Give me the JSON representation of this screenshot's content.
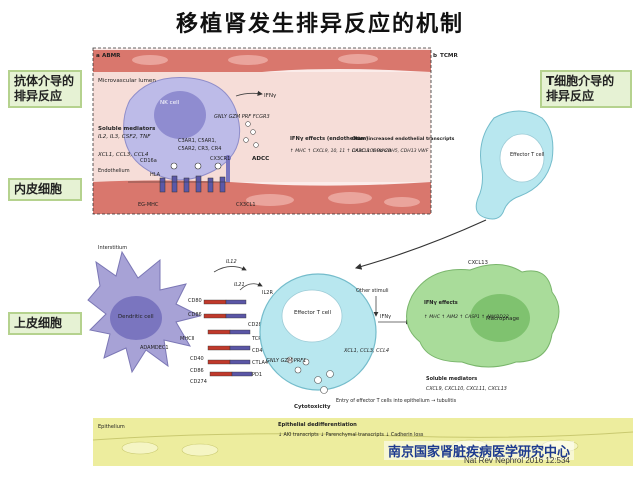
{
  "title": "移植肾发生排异反应的机制",
  "left_labels": {
    "antibody": "抗体介导的排异反应",
    "endothelial": "内皮细胞",
    "epithelial": "上皮细胞"
  },
  "right_label": "T细胞介导的排异反应",
  "panel_a": {
    "heading_letter": "a",
    "heading_text": "ABMR",
    "microvascular": "Microvascular lumen",
    "nk_cell": "NK cell",
    "soluble_title": "Soluble mediators",
    "soluble_list": "IL2, IL3, CSF2, TNF",
    "xcl": "XCL1, CCL3, CCL4",
    "granules": "GNLY GZM PRF FCGR3",
    "receptors_a": "C3AR1, C5AR1,",
    "receptors_b": "C5AR2, CR3, CR4",
    "cx3cr1": "CX3CR1",
    "cd16a": "CD16a",
    "adcc": "ADCC",
    "ifng": "IFNγ",
    "endothelium": "Endothelium",
    "hla": "HLA",
    "eg_mhc": "EG-MHC",
    "cx3cl1": "CX3CL1",
    "ifn_effects_title": "IFNγ effects (endothelium)",
    "ifn_effects_list": "↑ MHC ↑ CXCL9, 10, 11 ↑ CX3CL1 ↑ PLA2A",
    "other_title": "Other increased endothelial transcripts",
    "other_list": "DARC ROBO4 CDH5, CDH13 VWF"
  },
  "panel_b": {
    "heading_letter": "b",
    "heading_text": "TCMR",
    "effector_top": "Effector T cell",
    "interstitium": "Interstitium",
    "dendritic": "Dendritic cell",
    "adamdec1": "ADAMDEC1",
    "il12": "IL12",
    "il21": "IL21",
    "il2r": "IL2R",
    "cd80": "CD80",
    "cd86": "CD86",
    "mhc2": "MHCII",
    "cd28": "CD28",
    "tcr": "TCR",
    "cd4": "CD4",
    "cd40": "CD40",
    "ctla4": "CTLA4",
    "pd1": "PD1",
    "cd86b": "CD86",
    "cd274": "CD274",
    "effector_main": "Effector T cell",
    "other_stimuli": "Other stimuli",
    "ifng": "IFNγ",
    "xcl_list": "XCL1, CCL3, CCL4",
    "granules": "GNLY GZM PRF1",
    "cytotoxicity": "Cytotoxicity",
    "entry": "Entry of effector T cells into epithelium → tubulitis",
    "cxcl13": "CXCL13",
    "macrophage": "Macrophage",
    "ifn_effects_title": "IFNγ effects",
    "ifn_effects_list": "↑ MHC ↑ AIM2 ↑ CASP1 ↑ ANKRD22",
    "soluble_title": "Soluble mediators",
    "soluble_list": "CXCL9, CXCL10, CXCL11, CXCL13",
    "epithelium": "Epithelium",
    "dediff_title": "Epithelial dedifferentiation",
    "dediff_list": "↓ AKI transcripts ↓ Parenchymal transcripts ↓ Cadherin loss"
  },
  "credit": "Nat Rev Nephrol 2016 12:534",
  "watermark": "南京国家肾脏疾病医学研究中心",
  "colors": {
    "endothelium": "#d9776d",
    "lumen": "#f3d4ce",
    "nk_cell": "#b8b6e6",
    "effector": "#b8e7ef",
    "dendritic": "#a7a2d6",
    "macrophage": "#a9dc9a",
    "epithelium": "#eded9e",
    "callout_fill": "#e6f2d4",
    "callout_border": "#b5d28e"
  }
}
